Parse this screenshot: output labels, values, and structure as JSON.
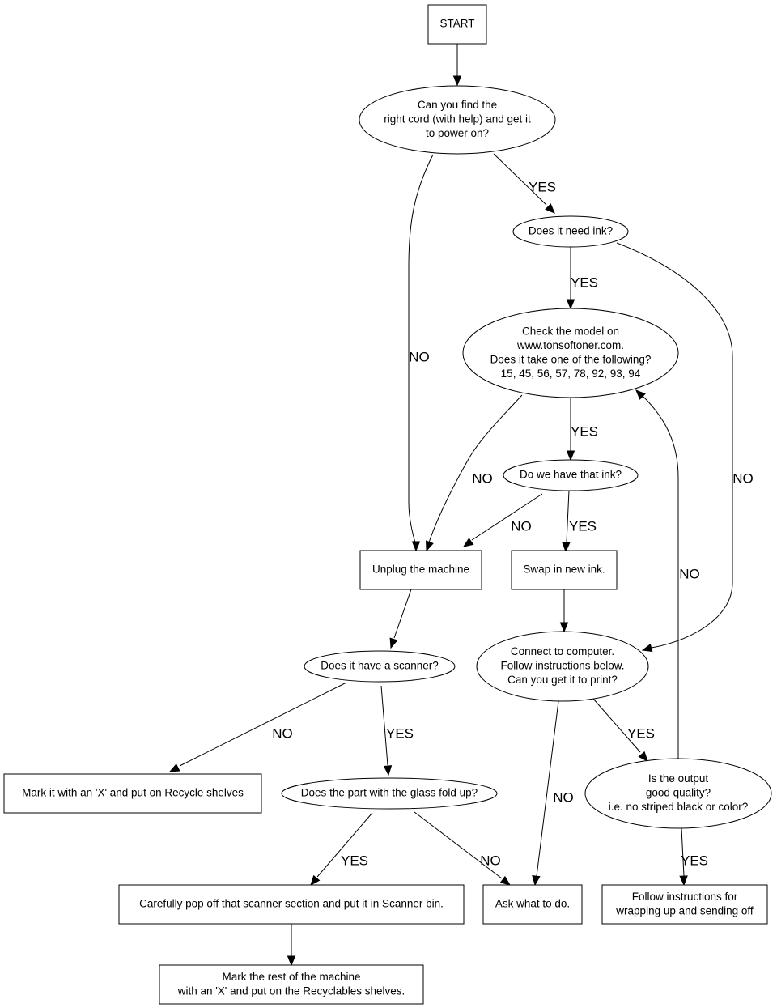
{
  "nodes": {
    "start": {
      "shape": "box",
      "lines": [
        "START"
      ]
    },
    "cord": {
      "shape": "ellipse",
      "lines": [
        "Can you find the",
        "right cord (with help) and get it",
        "to power on?"
      ]
    },
    "need_ink": {
      "shape": "ellipse",
      "lines": [
        "Does it need ink?"
      ]
    },
    "check_model": {
      "shape": "ellipse",
      "lines": [
        "Check the model on",
        "www.tonsoftoner.com.",
        "Does it take one of the following?",
        "15, 45, 56, 57, 78, 92, 93, 94"
      ]
    },
    "have_ink": {
      "shape": "ellipse",
      "lines": [
        "Do we have that ink?"
      ]
    },
    "unplug": {
      "shape": "box",
      "lines": [
        "Unplug the machine"
      ]
    },
    "swap_ink": {
      "shape": "box",
      "lines": [
        "Swap in new ink."
      ]
    },
    "scanner": {
      "shape": "ellipse",
      "lines": [
        "Does it have a scanner?"
      ]
    },
    "connect": {
      "shape": "ellipse",
      "lines": [
        "Connect to computer.",
        "Follow instructions below.",
        "Can you get it to print?"
      ]
    },
    "mark_x": {
      "shape": "box",
      "lines": [
        "Mark it with an 'X' and put on Recycle shelves"
      ]
    },
    "glass": {
      "shape": "ellipse",
      "lines": [
        "Does the part with the glass fold up?"
      ]
    },
    "quality": {
      "shape": "ellipse",
      "lines": [
        "Is the output",
        "good quality?",
        "i.e. no striped black or color?"
      ]
    },
    "pop_off": {
      "shape": "box",
      "lines": [
        "Carefully pop off that scanner section and put it in Scanner bin."
      ]
    },
    "ask": {
      "shape": "box",
      "lines": [
        "Ask what to do."
      ]
    },
    "wrap_up": {
      "shape": "box",
      "lines": [
        "Follow instructions for",
        "wrapping up and sending off"
      ]
    },
    "mark_rest": {
      "shape": "box",
      "lines": [
        "Mark the rest of the machine",
        "with an 'X' and put on the Recyclables shelves."
      ]
    }
  },
  "edges": [
    {
      "from": "start",
      "to": "cord",
      "label": ""
    },
    {
      "from": "cord",
      "to": "need_ink",
      "label": "YES"
    },
    {
      "from": "cord",
      "to": "unplug",
      "label": "NO"
    },
    {
      "from": "need_ink",
      "to": "check_model",
      "label": "YES"
    },
    {
      "from": "need_ink",
      "to": "connect",
      "label": "NO"
    },
    {
      "from": "check_model",
      "to": "have_ink",
      "label": "YES"
    },
    {
      "from": "check_model",
      "to": "unplug",
      "label": "NO"
    },
    {
      "from": "have_ink",
      "to": "unplug",
      "label": "NO"
    },
    {
      "from": "have_ink",
      "to": "swap_ink",
      "label": "YES"
    },
    {
      "from": "swap_ink",
      "to": "connect",
      "label": ""
    },
    {
      "from": "unplug",
      "to": "scanner",
      "label": ""
    },
    {
      "from": "scanner",
      "to": "mark_x",
      "label": "NO"
    },
    {
      "from": "scanner",
      "to": "glass",
      "label": "YES"
    },
    {
      "from": "connect",
      "to": "quality",
      "label": "YES"
    },
    {
      "from": "connect",
      "to": "ask",
      "label": "NO"
    },
    {
      "from": "quality",
      "to": "check_model",
      "label": "NO"
    },
    {
      "from": "quality",
      "to": "wrap_up",
      "label": "YES"
    },
    {
      "from": "glass",
      "to": "pop_off",
      "label": "YES"
    },
    {
      "from": "glass",
      "to": "ask",
      "label": "NO"
    },
    {
      "from": "pop_off",
      "to": "mark_rest",
      "label": ""
    }
  ]
}
